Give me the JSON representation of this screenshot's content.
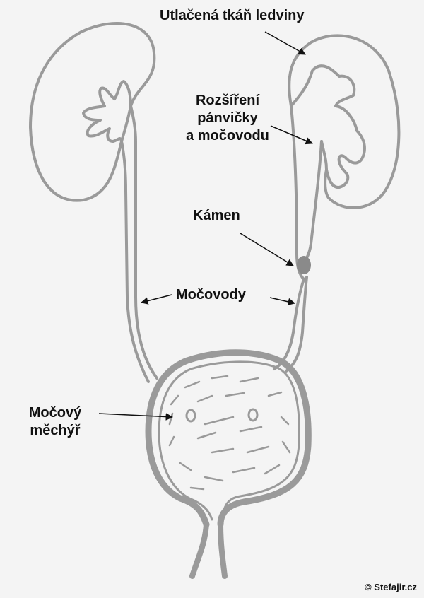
{
  "labels": {
    "compressed_tissue": "Utlačená tkáň ledviny",
    "dilation": [
      "Rozšíření",
      "pánvičky",
      "a močovodu"
    ],
    "stone": "Kámen",
    "ureters": "Močovody",
    "bladder": [
      "Močový",
      "měchýř"
    ]
  },
  "credit": "© Stefajir.cz",
  "colors": {
    "organ_stroke": "#9a9a9a",
    "stone_fill": "#8a8a8a",
    "arrow": "#111111",
    "background": "#f4f4f4"
  }
}
